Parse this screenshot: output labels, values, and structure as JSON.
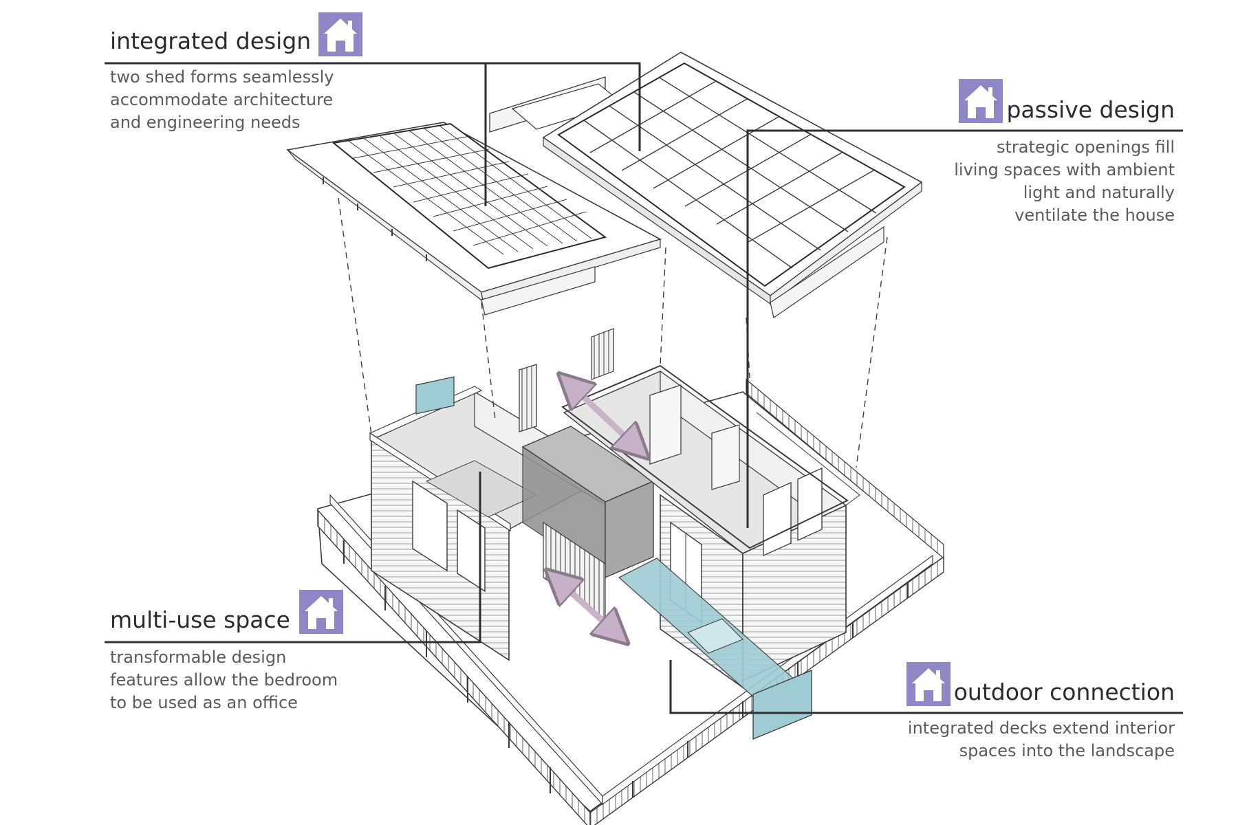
{
  "theme": {
    "accent": "#8f86c6",
    "vent": "#9fcbd5",
    "arrow": "#c9b3c9",
    "line": "#2e2e2e",
    "ink": "#3a3a3a"
  },
  "callouts": {
    "integrated": {
      "title": "integrated design",
      "lines": [
        "two shed forms seamlessly",
        "accommodate architecture",
        "and engineering needs"
      ],
      "icon": "house-icon"
    },
    "passive": {
      "title": "passive design",
      "lines": [
        "strategic openings fill",
        "living spaces with ambient",
        "light and naturally",
        "ventilate the house"
      ],
      "icon": "house-icon"
    },
    "multiuse": {
      "title": "multi-use space",
      "lines": [
        "transformable design",
        "features allow the bedroom",
        "to be used as an office"
      ],
      "icon": "house-icon"
    },
    "outdoor": {
      "title": "outdoor connection",
      "lines": [
        "integrated decks extend interior",
        "spaces into the landscape"
      ],
      "icon": "house-icon"
    }
  }
}
